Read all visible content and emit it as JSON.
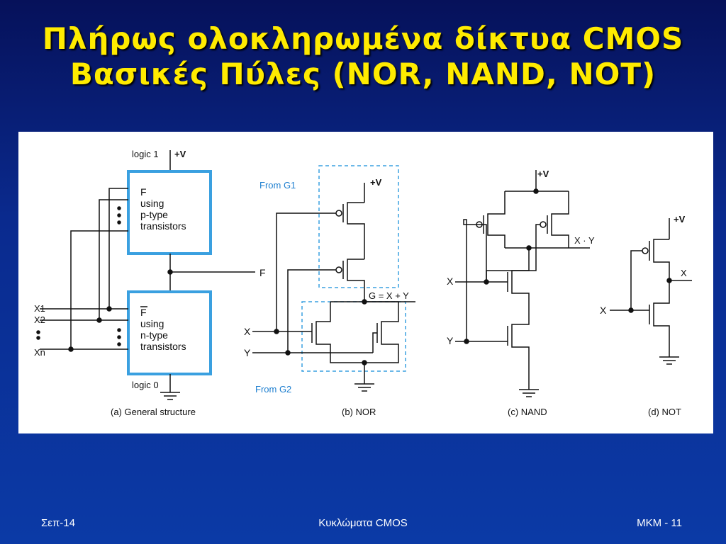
{
  "title": {
    "line1": "Πλήρως ολοκληρωμένα δίκτυα CMOS",
    "line2": "Βασικές Πύλες (NOR, NAND, NOT)"
  },
  "diagram": {
    "a": {
      "logic1": "logic 1",
      "plusV": "+V",
      "top_box": [
        "F",
        "using",
        "p-type",
        "transistors"
      ],
      "bottom_box": [
        "F",
        "using",
        "n-type",
        "transistors"
      ],
      "F": "F",
      "inputs": [
        "X1",
        "X2",
        "Xn"
      ],
      "logic0": "logic 0",
      "caption": "(a) General structure"
    },
    "b": {
      "from_g1": "From G1",
      "from_g2": "From G2",
      "plusV": "+V",
      "output": "G = X + Y",
      "X": "X",
      "Y": "Y",
      "caption": "(b) NOR"
    },
    "c": {
      "plusV": "+V",
      "output": "X · Y",
      "X": "X",
      "Y": "Y",
      "caption": "(c) NAND"
    },
    "d": {
      "plusV": "+V",
      "output": "X",
      "X": "X",
      "caption": "(d) NOT"
    }
  },
  "footer": {
    "date": "Σεπ-14",
    "center": "Κυκλώματα CMOS",
    "page": "MKM - 11"
  }
}
